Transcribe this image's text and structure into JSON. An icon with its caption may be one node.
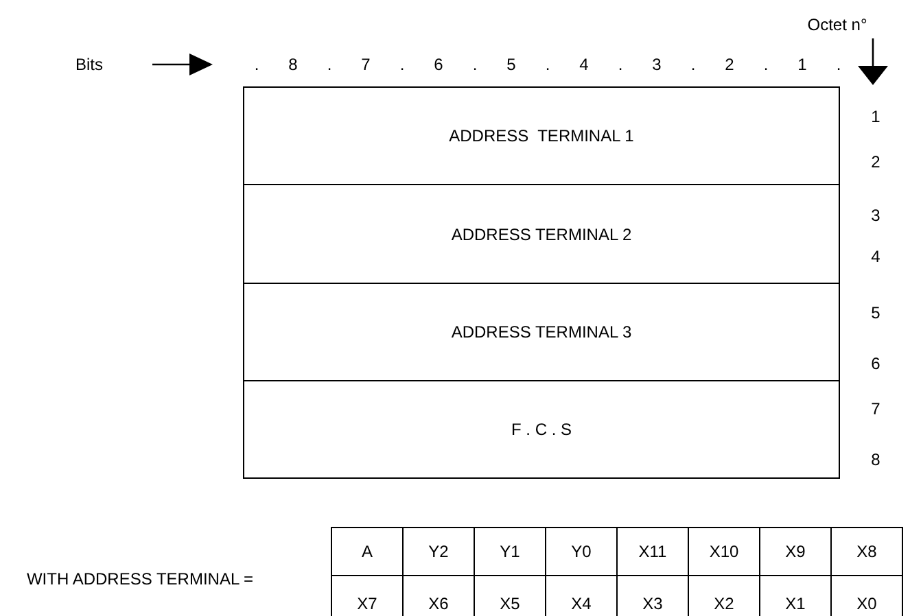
{
  "diagram": {
    "nodes": [
      {
        "text": [
          "ADDRESS  TERMINAL 1"
        ]
      },
      {
        "text": [
          "ADDRESS TERMINAL 2"
        ]
      },
      {
        "text": [
          "ADDRESS TERMINAL 3"
        ]
      },
      {
        "text": [
          "F . C . S"
        ]
      }
    ],
    "labels": [
      "Octet n°",
      "Bits",
      ".",
      "8",
      ".",
      "7",
      ".",
      "6",
      ".",
      "5",
      ".",
      "4",
      ".",
      "3",
      ".",
      "2",
      ".",
      "1",
      ".",
      "1",
      "2",
      "3",
      "4",
      "5",
      "6",
      "7",
      "8",
      "WITH ADDRESS TERMINAL =",
      "A",
      "Y2",
      "Y1",
      "Y0",
      "X11",
      "X10",
      "X9",
      "X8",
      "X7",
      "X6",
      "X5",
      "X4",
      "X3",
      "X2",
      "X1",
      "X0"
    ]
  }
}
